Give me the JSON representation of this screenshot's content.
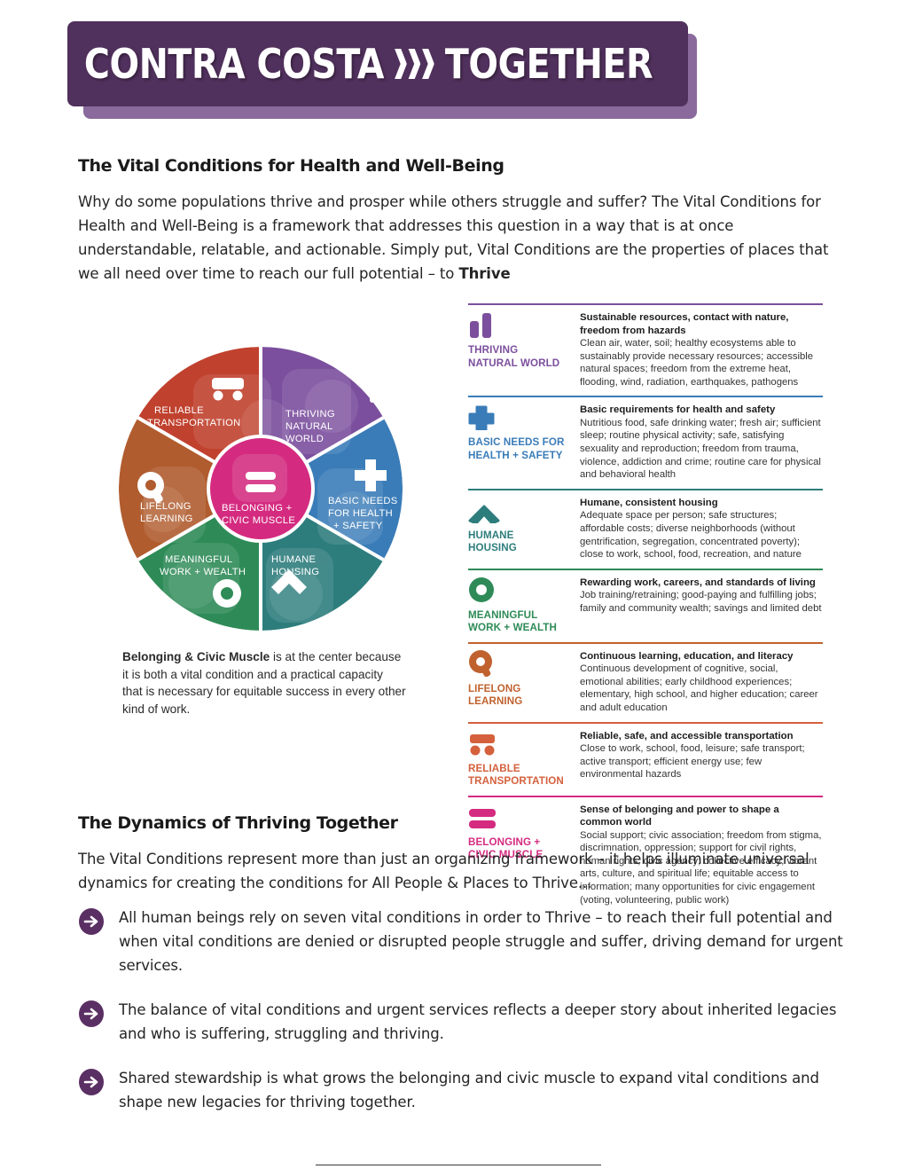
{
  "header": {
    "title_left": "CONTRA COSTA",
    "title_right": "TOGETHER",
    "chevron_icon": "triple-chevron-right-icon",
    "banner_color": "#50305c",
    "banner_shadow_color": "#8a6a9c"
  },
  "intro": {
    "heading": "The Vital Conditions for Health and Well-Being",
    "paragraph": "Why do some populations thrive and prosper while others struggle and suffer? The Vital Conditions for Health and Well-Being is a framework that addresses this question in a way that is at once understandable, relatable, and actionable. Simply put, Vital Conditions are the properties of places that we all need over time to reach our full potential – to ",
    "paragraph_bold_tail": "Thrive"
  },
  "wheel": {
    "center": {
      "label_line1": "BELONGING +",
      "label_line2": "CIVIC MUSCLE",
      "color": "#d42b80",
      "icon": "equals-icon"
    },
    "segments": [
      {
        "id": "thriving-natural-world",
        "label_lines": [
          "THRIVING",
          "NATURAL",
          "WORLD"
        ],
        "color": "#7b4f9d",
        "icon": "bar-chart-icon"
      },
      {
        "id": "basic-needs-health-safety",
        "label_lines": [
          "BASIC NEEDS",
          "FOR HEALTH",
          "+ SAFETY"
        ],
        "color": "#3a7cb8",
        "icon": "plus-cross-icon"
      },
      {
        "id": "humane-housing",
        "label_lines": [
          "HUMANE",
          "HOUSING"
        ],
        "color": "#2e7d7d",
        "icon": "roof-chevron-icon"
      },
      {
        "id": "meaningful-work-wealth",
        "label_lines": [
          "MEANINGFUL",
          "WORK + WEALTH"
        ],
        "color": "#2e8b57",
        "icon": "ring-donut-icon"
      },
      {
        "id": "lifelong-learning",
        "label_lines": [
          "LIFELONG",
          "LEARNING"
        ],
        "color": "#b05c2e",
        "icon": "magnifier-q-icon"
      },
      {
        "id": "reliable-transportation",
        "label_lines": [
          "RELIABLE",
          "TRANSPORTATION"
        ],
        "color": "#c0412e",
        "icon": "bus-icon"
      }
    ],
    "caption_bold": "Belonging & Civic Muscle",
    "caption_rest": " is at the center because it is both a vital condition and a practical capacity that is necessary for equitable success in every other kind of work."
  },
  "vital_conditions": [
    {
      "name_lines": [
        "THRIVING",
        "NATURAL WORLD"
      ],
      "color": "#7b4f9d",
      "icon": "bar-chart-icon",
      "title": "Sustainable resources, contact with nature, freedom from hazards",
      "description": "Clean air, water, soil; healthy ecosystems able to sustainably provide necessary resources; accessible natural spaces; freedom from the extreme heat, flooding, wind, radiation, earthquakes, pathogens"
    },
    {
      "name_lines": [
        "BASIC NEEDS FOR",
        "HEALTH + SAFETY"
      ],
      "color": "#3a7cb8",
      "icon": "plus-cross-icon",
      "title": "Basic requirements for health and safety",
      "description": "Nutritious food, safe drinking water; fresh air; sufficient sleep; routine physical activity; safe, satisfying sexuality and reproduction; freedom from trauma, violence, addiction and crime; routine care for physical and behavioral health"
    },
    {
      "name_lines": [
        "HUMANE",
        "HOUSING"
      ],
      "color": "#2e7d7d",
      "icon": "roof-chevron-icon",
      "title": "Humane, consistent housing",
      "description": "Adequate space per person; safe structures; affordable costs; diverse neighborhoods (without gentrification, segregation, concentrated poverty); close to work, school, food, recreation, and nature"
    },
    {
      "name_lines": [
        "MEANINGFUL",
        "WORK + WEALTH"
      ],
      "color": "#2e8b57",
      "icon": "ring-donut-icon",
      "title": "Rewarding work, careers, and standards of living",
      "description": "Job training/retraining; good-paying and fulfilling jobs; family and community wealth; savings and limited debt"
    },
    {
      "name_lines": [
        "LIFELONG",
        "LEARNING"
      ],
      "color": "#b05c2e",
      "icon": "magnifier-q-icon",
      "title": "Continuous learning, education, and literacy",
      "description": "Continuous development of cognitive, social, emotional abilities; early childhood experiences; elementary, high school, and higher education; career and adult education"
    },
    {
      "name_lines": [
        "RELIABLE",
        "TRANSPORTATION"
      ],
      "color": "#c0412e",
      "icon": "bus-icon",
      "title": "Reliable, safe, and accessible transportation",
      "description": "Close to work, school, food, leisure; safe transport; active transport; efficient energy use; few environmental hazards"
    },
    {
      "name_lines": [
        "BELONGING +",
        "CIVIC MUSCLE"
      ],
      "color": "#d42b80",
      "icon": "equals-icon",
      "title": "Sense of belonging and power to shape a common world",
      "description": "Social support; civic association; freedom from stigma, discrimnation, oppression; support for civil rights, human rights; civic agency; collective efficacy; vibrant arts, culture, and spiritual life; equitable access to information; many opportunities for civic engagement (voting, volunteering, public work)"
    }
  ],
  "dynamics": {
    "heading": "The Dynamics of Thriving Together",
    "paragraph": "The Vital Conditions represent more than just an organizing framework – it helps illuminate universal dynamics for creating the conditions for All People & Places to Thrive...",
    "bullet_icon": "arrow-right-circle-icon",
    "bullet_color": "#5a2f63",
    "bullets": [
      "All human beings rely on seven vital conditions in order to Thrive – to reach their full potential and when vital conditions are denied or disrupted people struggle and suffer, driving demand for urgent services.",
      "The balance of vital conditions and urgent services reflects a deeper story about inherited legacies and who is suffering, struggling and thriving.",
      "Shared stewardship is what grows the belonging and civic muscle to expand vital conditions and shape new legacies for thriving together."
    ]
  }
}
